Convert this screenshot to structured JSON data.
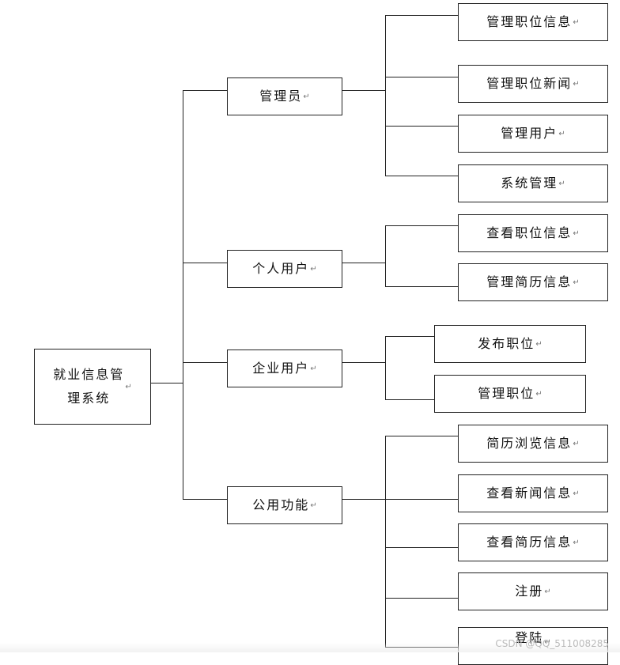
{
  "diagram": {
    "root": {
      "label": "就业信息管\n理系统",
      "mark": "↵"
    },
    "groups": [
      {
        "label": "管理员",
        "mark": "↵",
        "children": [
          {
            "label": "管理职位信息",
            "mark": "↵"
          },
          {
            "label": "管理职位新闻",
            "mark": "↵"
          },
          {
            "label": "管理用户",
            "mark": "↵"
          },
          {
            "label": "系统管理",
            "mark": "↵"
          }
        ]
      },
      {
        "label": "个人用户",
        "mark": "↵",
        "children": [
          {
            "label": "查看职位信息",
            "mark": "↵"
          },
          {
            "label": "管理简历信息",
            "mark": "↵"
          }
        ]
      },
      {
        "label": "企业用户",
        "mark": "↵",
        "children": [
          {
            "label": "发布职位",
            "mark": "↵"
          },
          {
            "label": "管理职位",
            "mark": "↵"
          }
        ]
      },
      {
        "label": "公用功能",
        "mark": "↵",
        "children": [
          {
            "label": "简历浏览信息",
            "mark": "↵"
          },
          {
            "label": "查看新闻信息",
            "mark": "↵"
          },
          {
            "label": "查看简历信息",
            "mark": "↵"
          },
          {
            "label": "注册",
            "mark": "↵"
          },
          {
            "label": "登陆",
            "mark": "↵"
          }
        ]
      }
    ]
  },
  "watermark": "CSDN @QQ_511008285"
}
